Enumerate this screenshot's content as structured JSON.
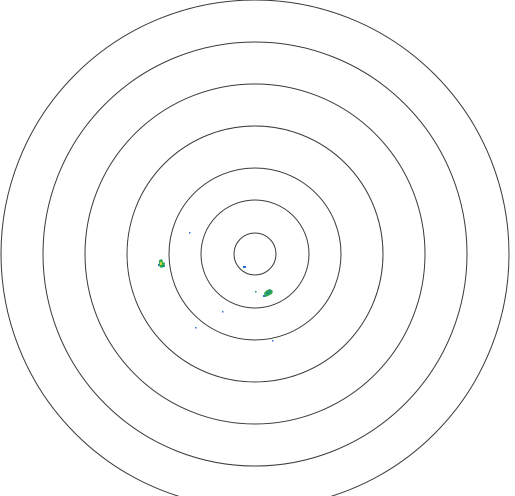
{
  "radar": {
    "range_ring_count": 7,
    "colors": {
      "ring": "#3a3a3a",
      "background": "#ffffff",
      "echo_green": "#2fa84f",
      "echo_teal": "#1f8f8a",
      "echo_yellow": "#d8d23a",
      "echo_blue": "#2f6fd8"
    },
    "echo_clusters": [
      {
        "name": "echo-cluster-west",
        "intensity": [
          "green",
          "yellow",
          "teal",
          "blue"
        ]
      },
      {
        "name": "echo-cluster-southeast",
        "intensity": [
          "green",
          "teal",
          "blue"
        ]
      },
      {
        "name": "echo-cluster-center",
        "intensity": [
          "blue"
        ]
      },
      {
        "name": "echo-scatter",
        "intensity": [
          "blue",
          "teal"
        ]
      }
    ]
  }
}
